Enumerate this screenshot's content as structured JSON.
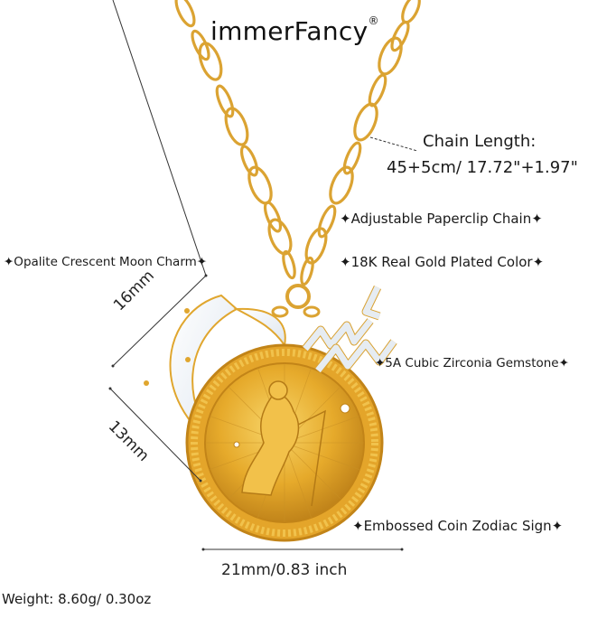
{
  "brand": {
    "name": "immerFancy",
    "trademark": "®"
  },
  "chain_length": {
    "label": "Chain Length:",
    "value": "45+5cm/ 17.72\"+1.97\""
  },
  "features": {
    "adjustable_chain": "✦Adjustable Paperclip Chain✦",
    "gold_plated": "✦18K Real Gold Plated Color✦",
    "moon_charm": "✦Opalite Crescent Moon Charm✦",
    "zirconia": "✦5A Cubic Zirconia Gemstone✦",
    "coin": "✦Embossed Coin Zodiac Sign✦"
  },
  "dimensions": {
    "moon_height": "16mm",
    "moon_width": "13mm",
    "coin_width": "21mm/0.83 inch"
  },
  "weight": "Weight:  8.60g/ 0.30oz",
  "colors": {
    "gold": "#e3a826",
    "gold_dark": "#b9801a",
    "gold_light": "#f5cf5a",
    "opal": "#f1f4f8",
    "text": "#1a1a1a"
  }
}
